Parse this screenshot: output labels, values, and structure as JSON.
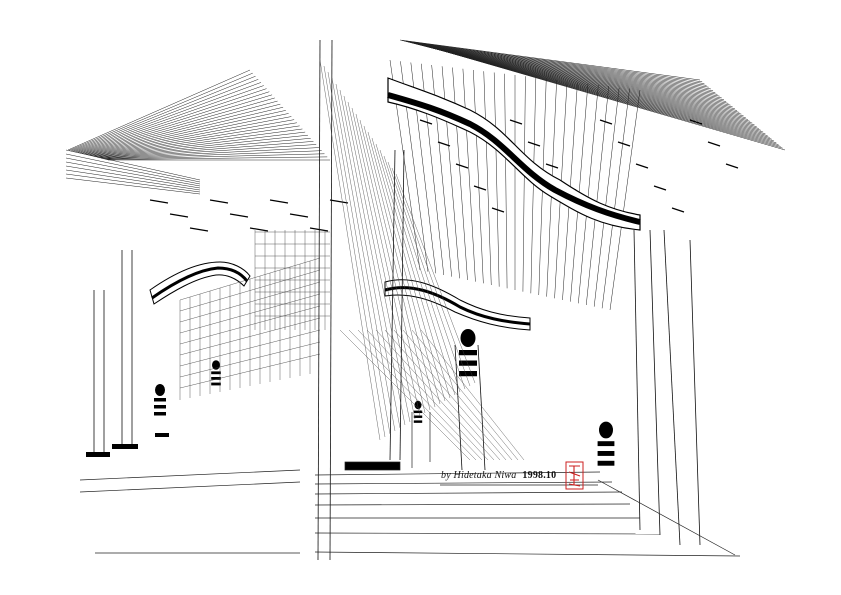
{
  "credit": {
    "author_line": "by Hidetaka Niwa",
    "date": "1998.10",
    "seal_text": "丹羽"
  },
  "colors": {
    "ink": "#111111",
    "seal": "#cc1f1f",
    "paper": "#ffffff"
  }
}
